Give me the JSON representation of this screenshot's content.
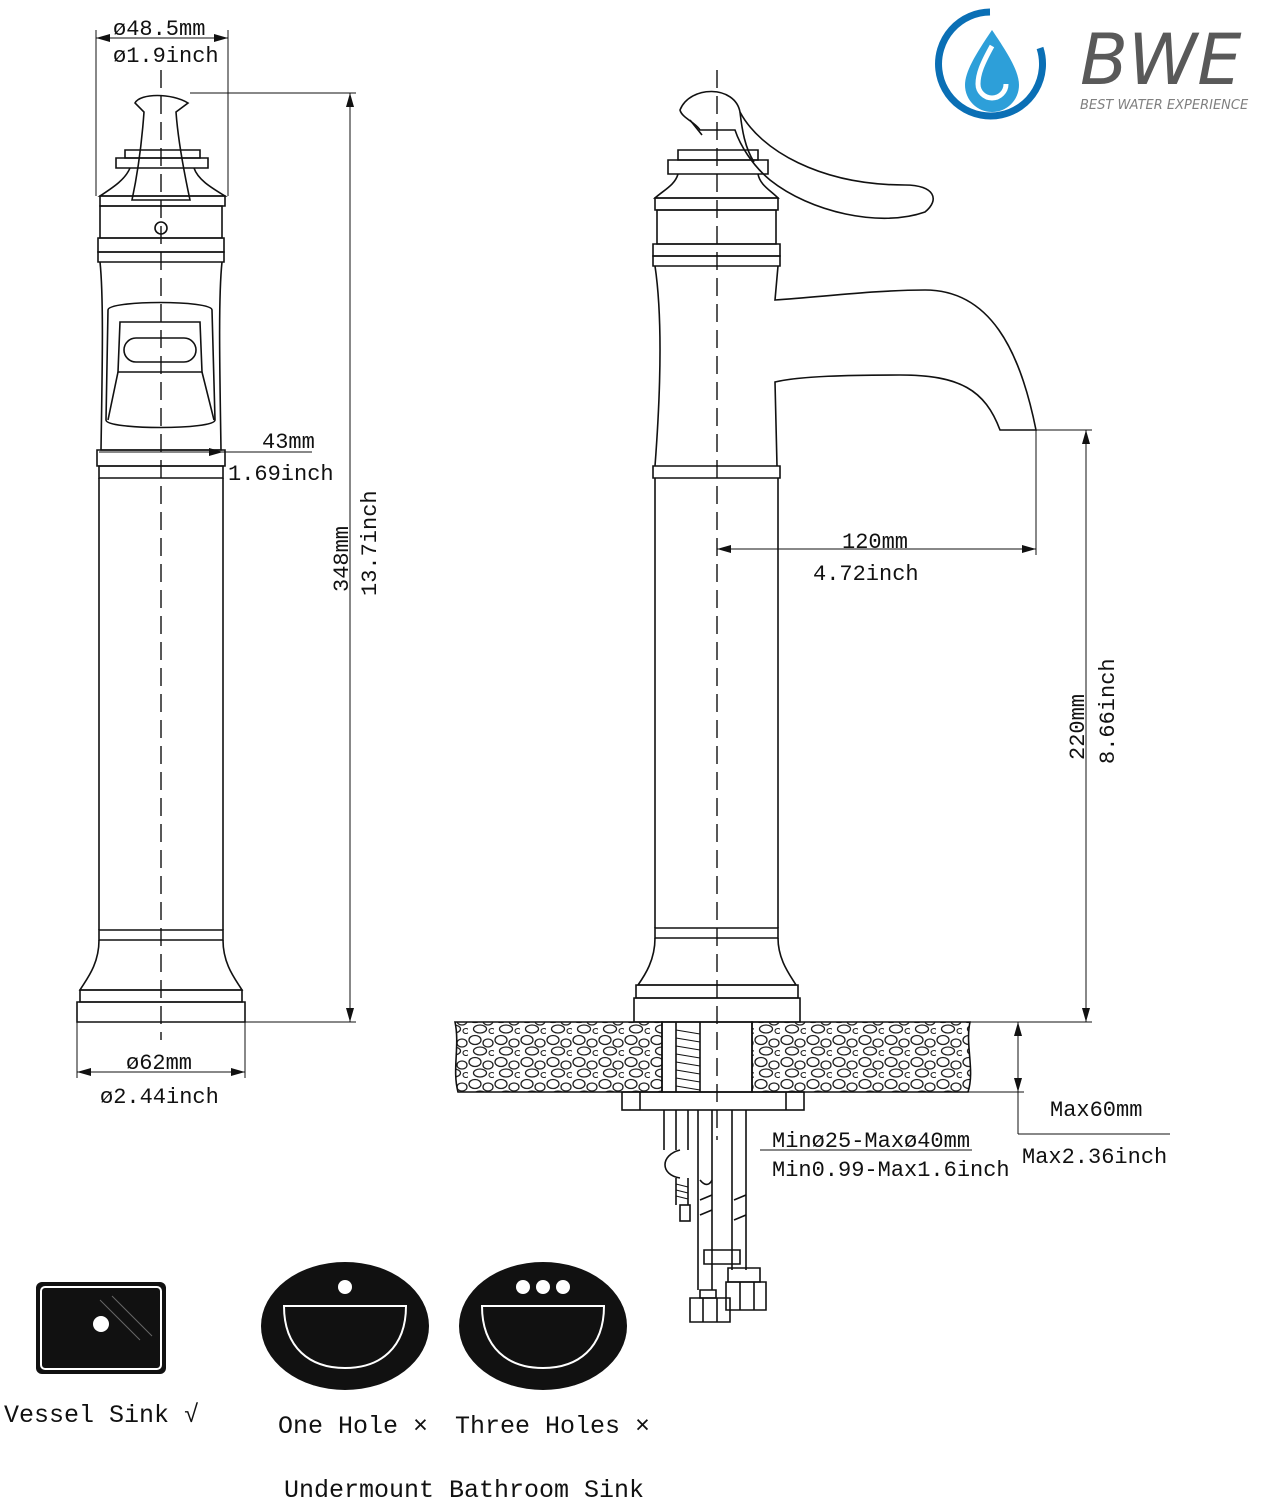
{
  "brand": {
    "name": "BWE",
    "tagline": "BEST WATER EXPERIENCE",
    "colors": {
      "drop_outer": "#0a6fb5",
      "drop_inner": "#2d9fd9",
      "text": "#595959"
    }
  },
  "front_view": {
    "top_dia_mm": "ø48.5mm",
    "top_dia_in": "ø1.9inch",
    "body_dia_mm": "43mm",
    "body_dia_in": "1.69inch",
    "height_mm": "348mm",
    "height_in": "13.7inch",
    "base_dia_mm": "ø62mm",
    "base_dia_in": "ø2.44inch"
  },
  "side_view": {
    "reach_mm": "120mm",
    "reach_in": "4.72inch",
    "spout_height_mm": "220mm",
    "spout_height_in": "8.66inch",
    "deck_max_mm": "Max60mm",
    "deck_max_in": "Max2.36inch",
    "hole_mm": "Minø25-Maxø40mm",
    "hole_in": "Min0.99-Max1.6inch"
  },
  "sinks": {
    "vessel": "Vessel Sink √",
    "one_hole": "One Hole ×",
    "three_holes": "Three Holes ×",
    "undermount": "Undermount Bathroom Sink"
  }
}
